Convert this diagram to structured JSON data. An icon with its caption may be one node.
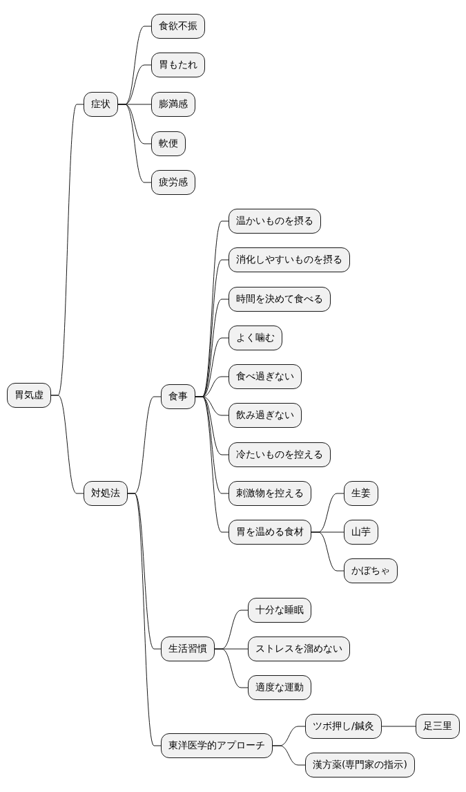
{
  "diagram": {
    "nodes": [
      {
        "text": [
          "胃気虚"
        ]
      },
      {
        "text": [
          "症状"
        ]
      },
      {
        "text": [
          "食欲不振"
        ]
      },
      {
        "text": [
          "胃もたれ"
        ]
      },
      {
        "text": [
          "膨満感"
        ]
      },
      {
        "text": [
          "軟便"
        ]
      },
      {
        "text": [
          "疲労感"
        ]
      },
      {
        "text": [
          "対処法"
        ]
      },
      {
        "text": [
          "食事"
        ]
      },
      {
        "text": [
          "温かいものを摂る"
        ]
      },
      {
        "text": [
          "消化しやすいものを摂る"
        ]
      },
      {
        "text": [
          "時間を決めて食べる"
        ]
      },
      {
        "text": [
          "よく噛む"
        ]
      },
      {
        "text": [
          "食べ過ぎない"
        ]
      },
      {
        "text": [
          "飲み過ぎない"
        ]
      },
      {
        "text": [
          "冷たいものを控える"
        ]
      },
      {
        "text": [
          "刺激物を控える"
        ]
      },
      {
        "text": [
          "胃を温める食材"
        ]
      },
      {
        "text": [
          "生姜"
        ]
      },
      {
        "text": [
          "山芋"
        ]
      },
      {
        "text": [
          "かぼちゃ"
        ]
      },
      {
        "text": [
          "生活習慣"
        ]
      },
      {
        "text": [
          "十分な睡眠"
        ]
      },
      {
        "text": [
          "ストレスを溜めない"
        ]
      },
      {
        "text": [
          "適度な運動"
        ]
      },
      {
        "text": [
          "東洋医学的アプローチ"
        ]
      },
      {
        "text": [
          "ツボ押し/鍼灸"
        ]
      },
      {
        "text": [
          "足三里"
        ]
      },
      {
        "text": [
          "漢方薬(専門家の指示)"
        ]
      }
    ],
    "edges": [
      {
        "from": 0,
        "to": 1,
        "arrow": "none"
      },
      {
        "from": 1,
        "to": 2,
        "arrow": "none"
      },
      {
        "from": 1,
        "to": 3,
        "arrow": "none"
      },
      {
        "from": 1,
        "to": 4,
        "arrow": "none"
      },
      {
        "from": 1,
        "to": 5,
        "arrow": "none"
      },
      {
        "from": 1,
        "to": 6,
        "arrow": "none"
      },
      {
        "from": 0,
        "to": 7,
        "arrow": "none"
      },
      {
        "from": 7,
        "to": 8,
        "arrow": "none"
      },
      {
        "from": 8,
        "to": 9,
        "arrow": "none"
      },
      {
        "from": 8,
        "to": 10,
        "arrow": "none"
      },
      {
        "from": 8,
        "to": 11,
        "arrow": "none"
      },
      {
        "from": 8,
        "to": 12,
        "arrow": "none"
      },
      {
        "from": 8,
        "to": 13,
        "arrow": "none"
      },
      {
        "from": 8,
        "to": 14,
        "arrow": "none"
      },
      {
        "from": 8,
        "to": 15,
        "arrow": "none"
      },
      {
        "from": 8,
        "to": 16,
        "arrow": "none"
      },
      {
        "from": 8,
        "to": 17,
        "arrow": "none"
      },
      {
        "from": 17,
        "to": 18,
        "arrow": "none"
      },
      {
        "from": 17,
        "to": 19,
        "arrow": "none"
      },
      {
        "from": 17,
        "to": 20,
        "arrow": "none"
      },
      {
        "from": 7,
        "to": 21,
        "arrow": "none"
      },
      {
        "from": 21,
        "to": 22,
        "arrow": "none"
      },
      {
        "from": 21,
        "to": 23,
        "arrow": "none"
      },
      {
        "from": 21,
        "to": 24,
        "arrow": "none"
      },
      {
        "from": 7,
        "to": 25,
        "arrow": "none"
      },
      {
        "from": 25,
        "to": 26,
        "arrow": "none"
      },
      {
        "from": 26,
        "to": 27,
        "arrow": "none"
      },
      {
        "from": 25,
        "to": 28,
        "arrow": "none"
      }
    ]
  }
}
